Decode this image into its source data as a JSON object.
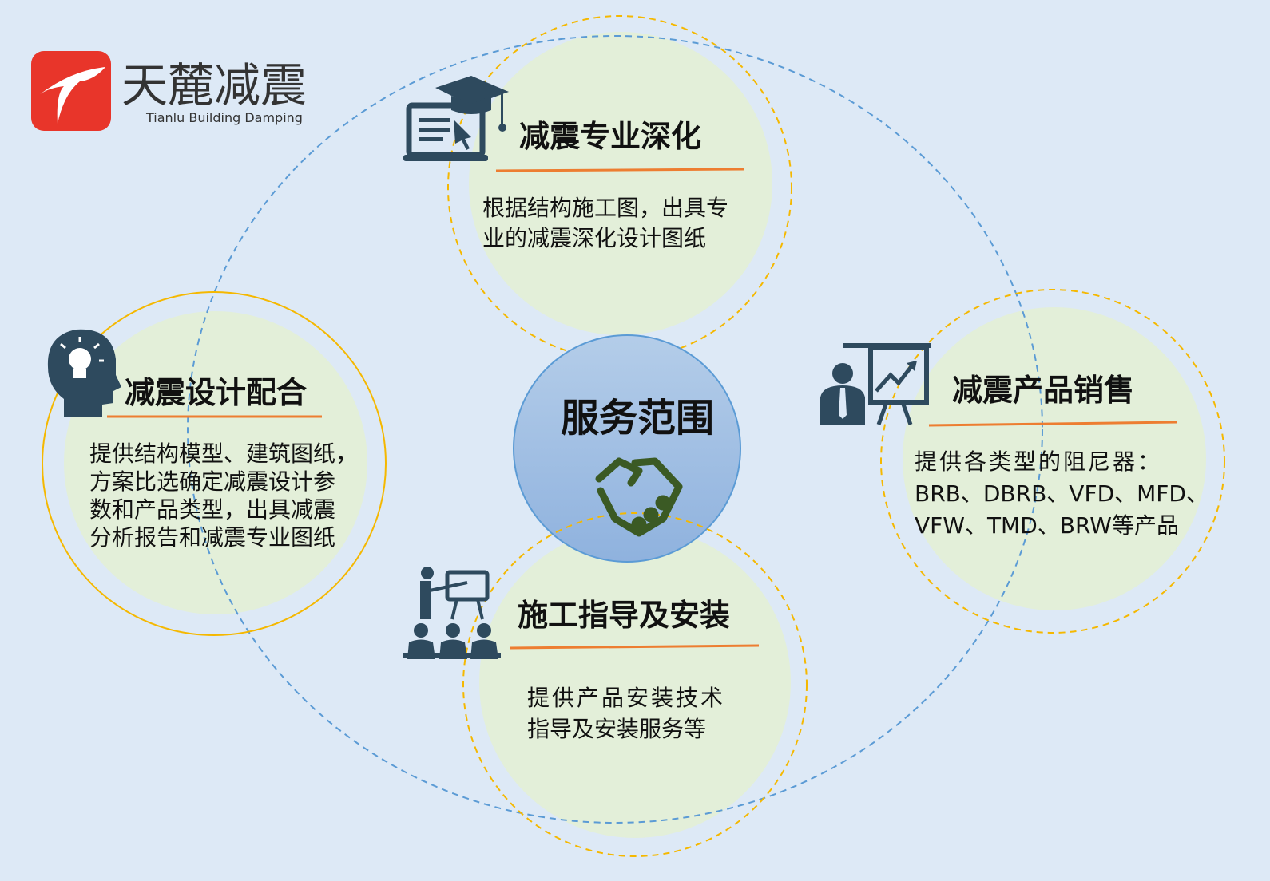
{
  "logo": {
    "name": "天麓减震",
    "subtitle": "Tianlu Building Damping"
  },
  "center": {
    "title": "服务范围",
    "icon": "handshake-icon"
  },
  "services": [
    {
      "title": "减震专业深化",
      "icon": "graduation-laptop-icon",
      "lines": [
        "根据结构施工图，出具专",
        "业的减震深化设计图纸"
      ]
    },
    {
      "title": "减震设计配合",
      "icon": "head-lightbulb-icon",
      "lines": [
        "提供结构模型、建筑图纸，",
        "方案比选确定减震设计参",
        "数和产品类型，出具减震",
        "分析报告和减震专业图纸"
      ]
    },
    {
      "title": "减震产品销售",
      "icon": "presentation-chart-icon",
      "lines": [
        "提供各类型的阻尼器：",
        "BRB、DBRB、VFD、MFD、",
        "VFW、TMD、BRW等产品"
      ]
    },
    {
      "title": "施工指导及安装",
      "icon": "training-class-icon",
      "lines": [
        "提供产品安装技术",
        "指导及安装服务等"
      ]
    }
  ],
  "colors": {
    "background": "#dde9f6",
    "circle_fill": "#e3efd9",
    "dashed_orange": "#f5b800",
    "blue_dash": "#5b9bd5",
    "underline": "#ed7d31",
    "icon": "#2e4a5e",
    "handshake": "#3b5a24"
  }
}
